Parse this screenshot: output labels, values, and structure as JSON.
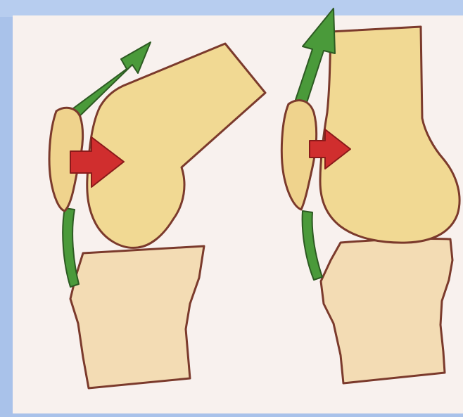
{
  "colors": {
    "frame_left": "#a9c2ea",
    "frame_top": "#b7cdef",
    "page": "#f8f1ee",
    "femur_fill": "#f1d993",
    "patella_fill": "#efd38d",
    "tibia_fill": "#f3dcb4",
    "bone_outline": "#7b3a2c",
    "tendon_green": "#4a9a3a",
    "tendon_outline": "#2d5a22",
    "force_red": "#d02e2e",
    "force_outline": "#8a1a1a"
  },
  "figures": [
    {
      "name": "knee-flexed",
      "elements": [
        "femur",
        "patella",
        "tibia",
        "quadriceps-tendon-arrow",
        "patellar-ligament",
        "compressive-force-arrow"
      ]
    },
    {
      "name": "knee-extended",
      "elements": [
        "femur",
        "patella",
        "tibia",
        "quadriceps-tendon-arrow",
        "patellar-ligament",
        "compressive-force-arrow"
      ]
    }
  ]
}
